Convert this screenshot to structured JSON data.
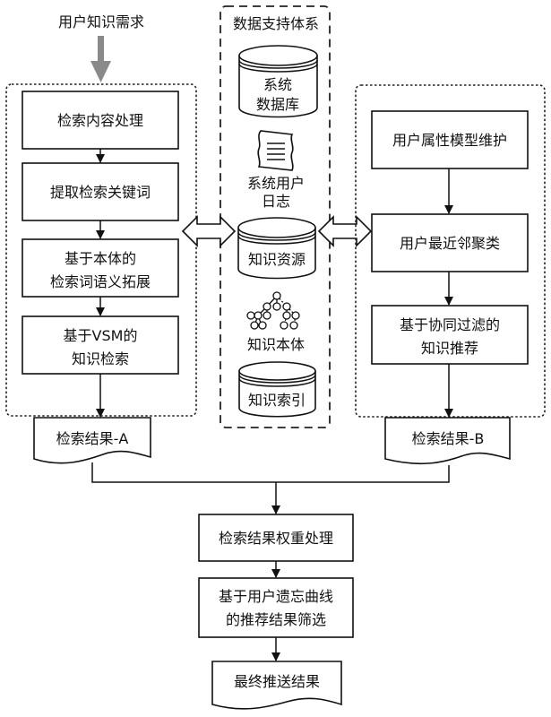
{
  "input": {
    "label": "用户知识需求"
  },
  "left_group": {
    "steps": [
      {
        "lines": [
          "检索内容处理"
        ]
      },
      {
        "lines": [
          "提取检索关键词"
        ]
      },
      {
        "lines": [
          "基于本体的",
          "检索词语义拓展"
        ]
      },
      {
        "lines": [
          "基于VSM的",
          "知识检索"
        ]
      }
    ],
    "result": {
      "label": "检索结果-A"
    }
  },
  "center_group": {
    "title": "数据支持体系",
    "items": [
      {
        "type": "database",
        "lines": [
          "系统",
          "数据库"
        ]
      },
      {
        "type": "document",
        "icon": "scroll-log-icon",
        "lines": [
          "系统用户",
          "日志"
        ]
      },
      {
        "type": "database",
        "lines": [
          "知识资源"
        ]
      },
      {
        "type": "tree",
        "icon": "ontology-tree-icon",
        "lines": [
          "知识本体"
        ]
      },
      {
        "type": "database",
        "lines": [
          "知识索引"
        ]
      }
    ]
  },
  "right_group": {
    "steps": [
      {
        "lines": [
          "用户属性模型维护"
        ]
      },
      {
        "lines": [
          "用户最近邻聚类"
        ]
      },
      {
        "lines": [
          "基于协同过滤的",
          "知识推荐"
        ]
      }
    ],
    "result": {
      "label": "检索结果-B"
    }
  },
  "merge_steps": [
    {
      "lines": [
        "检索结果权重处理"
      ]
    },
    {
      "lines": [
        "基于用户遗忘曲线",
        "的推荐结果筛选"
      ]
    }
  ],
  "final": {
    "label": "最终推送结果"
  },
  "colors": {
    "input_arrow": "#8a8a8a",
    "stroke": "#111111"
  }
}
